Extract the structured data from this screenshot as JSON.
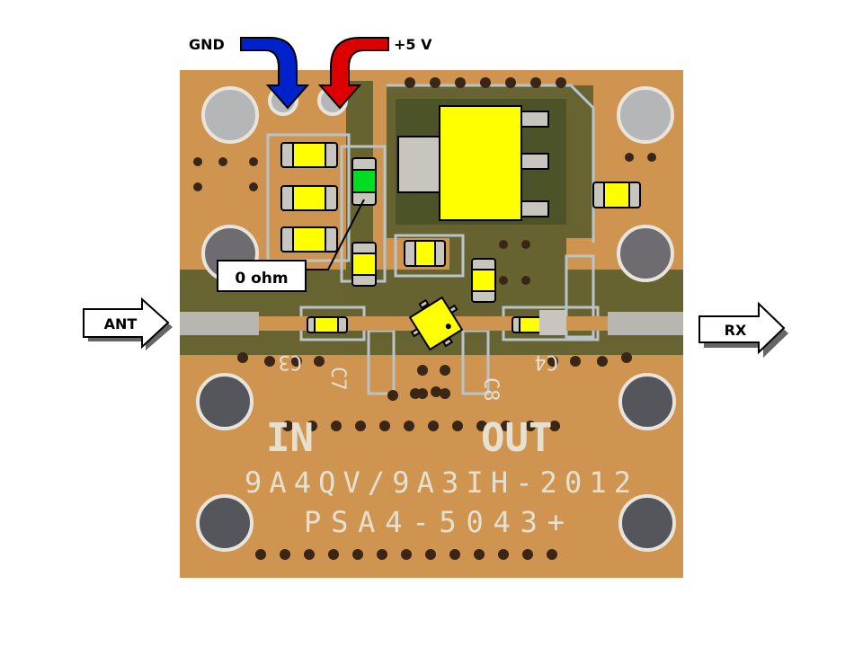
{
  "annotations": {
    "gnd": "GND",
    "vcc": "+5 V",
    "zero_ohm": "0 ohm",
    "ant": "ANT",
    "rx": "RX"
  },
  "silkscreen": {
    "in": "IN",
    "out": "OUT",
    "credit": "9A4QV/9A3IH-2012",
    "part": "PSA4-5043+",
    "c3": "C3",
    "c7": "C7",
    "c8": "C8",
    "c4": "C4"
  },
  "colors": {
    "board": "#cf9450",
    "mask_dark": "#5a5a2c",
    "component": "#ffff00",
    "zero_ohm": "#00dd22",
    "gnd_arrow": "#0022cc",
    "vcc_arrow": "#dd0000"
  }
}
